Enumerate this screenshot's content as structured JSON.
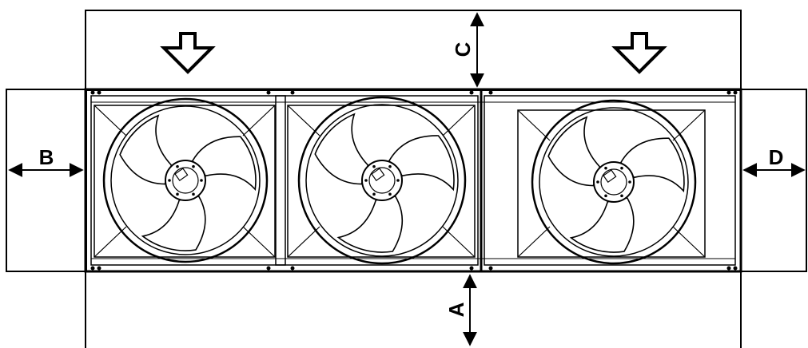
{
  "colors": {
    "line": "#000000",
    "background": "#ffffff",
    "fan_shade": "#efefef"
  },
  "icons": [
    "down-arrow-icon",
    "double-arrow-icon",
    "fan-icon"
  ],
  "units": [
    {
      "id": "fan-unit-1",
      "type": "fan-module"
    },
    {
      "id": "fan-unit-2",
      "type": "fan-module"
    },
    {
      "id": "fan-unit-3",
      "type": "fan-module"
    }
  ],
  "airflow_indicators": [
    {
      "id": "airflow-arrow-left",
      "direction": "down"
    },
    {
      "id": "airflow-arrow-right",
      "direction": "down"
    }
  ],
  "dimensions": [
    {
      "id": "clearance-a",
      "label": "A",
      "side": "bottom"
    },
    {
      "id": "clearance-b",
      "label": "B",
      "side": "left"
    },
    {
      "id": "clearance-c",
      "label": "C",
      "side": "top"
    },
    {
      "id": "clearance-d",
      "label": "D",
      "side": "right"
    }
  ]
}
